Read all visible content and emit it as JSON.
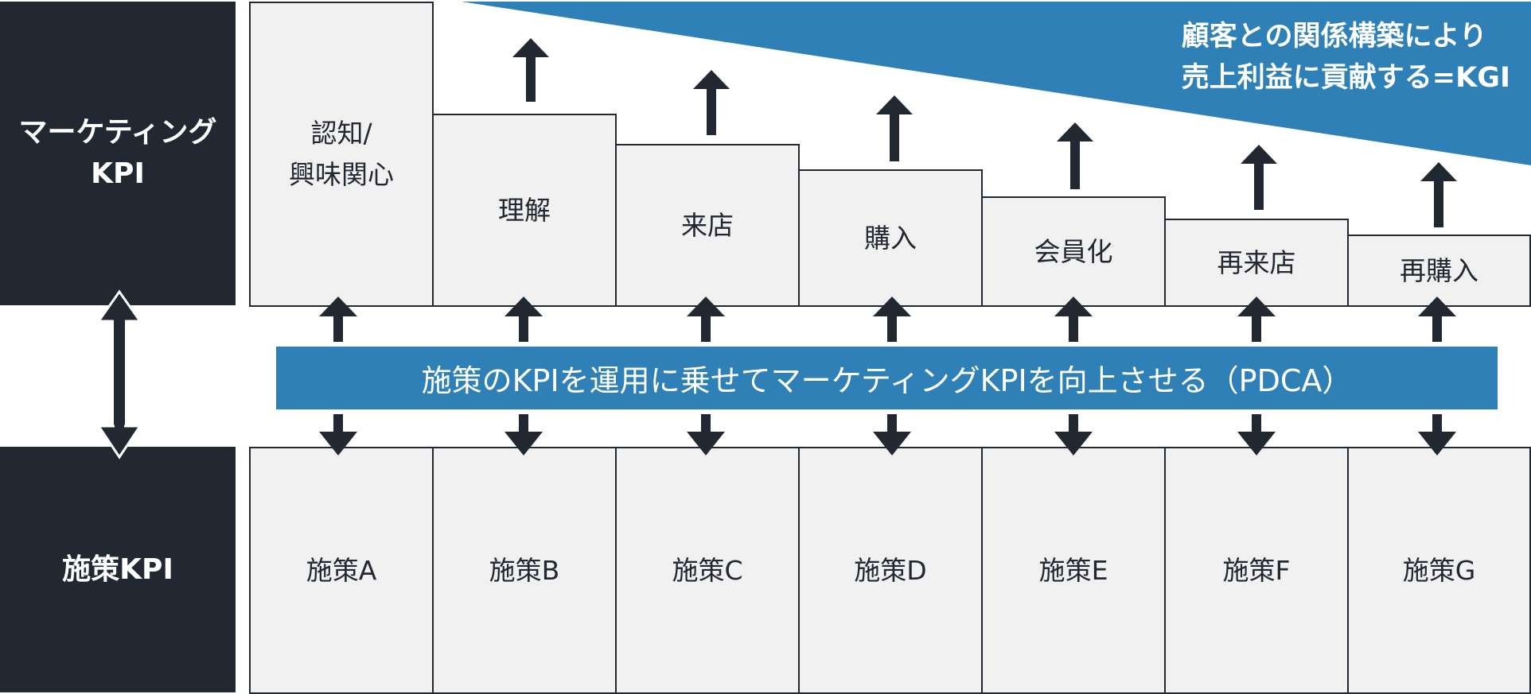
{
  "left_labels": {
    "marketing_kpi_line1": "マーケティング",
    "marketing_kpi_line2": "KPI",
    "measure_kpi": "施策KPI"
  },
  "funnel_stages": [
    {
      "label_line1": "認知/",
      "label_line2": "興味関心"
    },
    {
      "label_line1": "理解",
      "label_line2": ""
    },
    {
      "label_line1": "来店",
      "label_line2": ""
    },
    {
      "label_line1": "購入",
      "label_line2": ""
    },
    {
      "label_line1": "会員化",
      "label_line2": ""
    },
    {
      "label_line1": "再来店",
      "label_line2": ""
    },
    {
      "label_line1": "再購入",
      "label_line2": ""
    }
  ],
  "banner_text": "施策のKPIを運用に乗せてマーケティングKPIを向上させる（PDCA）",
  "kgi": {
    "line1": "顧客との関係構築により",
    "line2": "売上利益に貢献する=KGI"
  },
  "measures": [
    "施策A",
    "施策B",
    "施策C",
    "施策D",
    "施策E",
    "施策F",
    "施策G"
  ],
  "colors": {
    "dark": "#222831",
    "accent_blue": "#2e80b7",
    "box_fill": "#f1f1f1"
  }
}
